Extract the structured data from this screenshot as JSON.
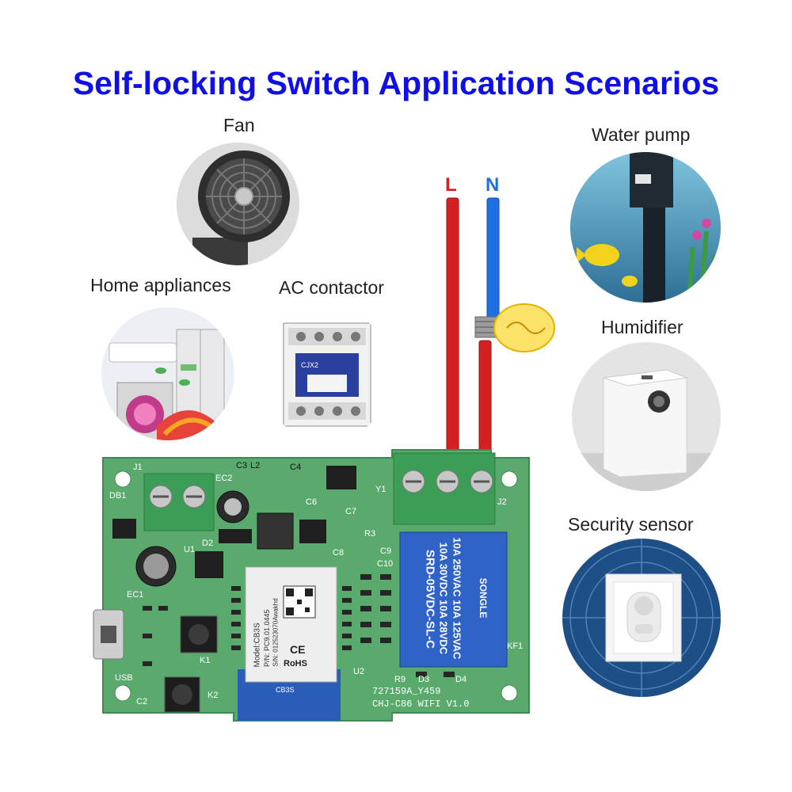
{
  "title": "Self-locking Switch Application Scenarios",
  "scenarios": {
    "fan": "Fan",
    "home_appliances": "Home appliances",
    "ac_contactor": "AC contactor",
    "water_pump": "Water pump",
    "humidifier": "Humidifier",
    "security_sensor": "Security sensor"
  },
  "wires": {
    "live": "L",
    "neutral": "N",
    "live_color": "#d42020",
    "neutral_color": "#1e6fe0"
  },
  "board": {
    "pcb_color": "#5aaa6e",
    "module_model": "Model:CB3S",
    "module_pn": "P/N: PC9.01.0445",
    "module_sn": "S/N: 012523070Awakhd",
    "module_rohs": "RoHS",
    "module_ce": "CE",
    "module_antenna": "CB3S",
    "relay_line1": "10A 250VAC  10A 125VAC",
    "relay_line2": "10A 30VDC  10A 28VDC",
    "relay_model": "SRD-05VDC-SL-C",
    "relay_brand": "SONGLE",
    "board_code": "727159A_Y459",
    "board_name": "CHJ-C86 WIFI V1.0",
    "silk": {
      "j1": "J1",
      "j2": "J2",
      "db1": "DB1",
      "u1": "U1",
      "ec1": "EC1",
      "ec2": "EC2",
      "usb": "USB",
      "c2": "C2",
      "k1": "K1",
      "k2": "K2",
      "d2": "D2",
      "u2": "U2",
      "r9": "R9",
      "d3": "D3",
      "d4": "D4",
      "kf1": "KF1",
      "y1": "Y1",
      "c3": "C3",
      "l2": "L2",
      "c4": "C4",
      "c6": "C6",
      "c7": "C7",
      "r3": "R3",
      "c8": "C8",
      "c9": "C9",
      "c10": "C10"
    }
  }
}
